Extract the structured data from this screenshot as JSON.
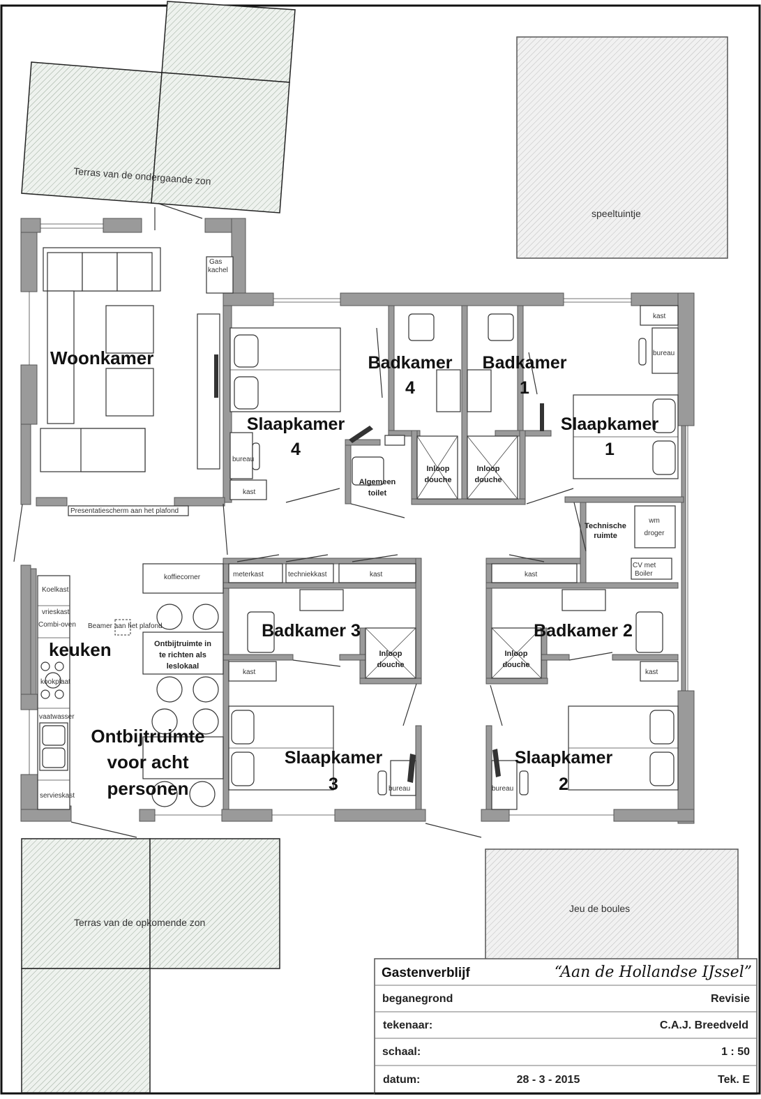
{
  "outdoor": {
    "terrace_west": "Terras van de ondergaande zon",
    "terrace_east": "Terras van de opkomende zon",
    "playground": "speeltuintje",
    "petanque": "Jeu de boules"
  },
  "rooms": {
    "woonkamer": "Woonkamer",
    "keuken": "keuken",
    "ontbijt": [
      "Ontbijtruimte",
      "voor acht",
      "personen"
    ],
    "ontbijt_les": [
      "Ontbijtruimte in",
      "te richten als",
      "leslokaal"
    ],
    "slaapkamer1": [
      "Slaapkamer",
      "1"
    ],
    "slaapkamer2": [
      "Slaapkamer",
      "2"
    ],
    "slaapkamer3": [
      "Slaapkamer",
      "3"
    ],
    "slaapkamer4": [
      "Slaapkamer",
      "4"
    ],
    "badkamer1": [
      "Badkamer",
      "1"
    ],
    "badkamer2": "Badkamer 2",
    "badkamer3": "Badkamer 3",
    "badkamer4": [
      "Badkamer",
      "4"
    ],
    "toilet": [
      "Algemeen",
      "toilet"
    ],
    "technisch": [
      "Technische",
      "ruimte"
    ]
  },
  "fixtures": {
    "gaskachel": [
      "Gas",
      "kachel"
    ],
    "presentatiescherm": "Presentatiescherm aan het plafond",
    "beamer": "Beamer aan het plafond",
    "koffiecorner": "koffiecorner",
    "koelkast": "Koelkast",
    "vrieskast": "vrieskast",
    "combioven": "Combi-oven",
    "kookplaat": "kookplaat",
    "vaatwasser": "vaatwasser",
    "servieskast": "servieskast",
    "inloopdouche": [
      "Inloop",
      "douche"
    ],
    "kast": "kast",
    "bureau": "bureau",
    "meterkast": "meterkast",
    "techniekkast": "techniekkast",
    "wm_droger": [
      "wm",
      "droger"
    ],
    "cv_boiler": [
      "CV met",
      "Boiler"
    ]
  },
  "title_block": {
    "title": "Gastenverblijf",
    "subtitle": "“Aan de Hollandse IJssel”",
    "rows": [
      {
        "label": "beganegrond",
        "middle": "",
        "value": "Revisie"
      },
      {
        "label": "tekenaar:",
        "middle": "",
        "value": "C.A.J. Breedveld"
      },
      {
        "label": "schaal:",
        "middle": "",
        "value": "1 : 50"
      },
      {
        "label": "datum:",
        "middle": "28 - 3 - 2015",
        "value": "Tek. E"
      }
    ]
  }
}
